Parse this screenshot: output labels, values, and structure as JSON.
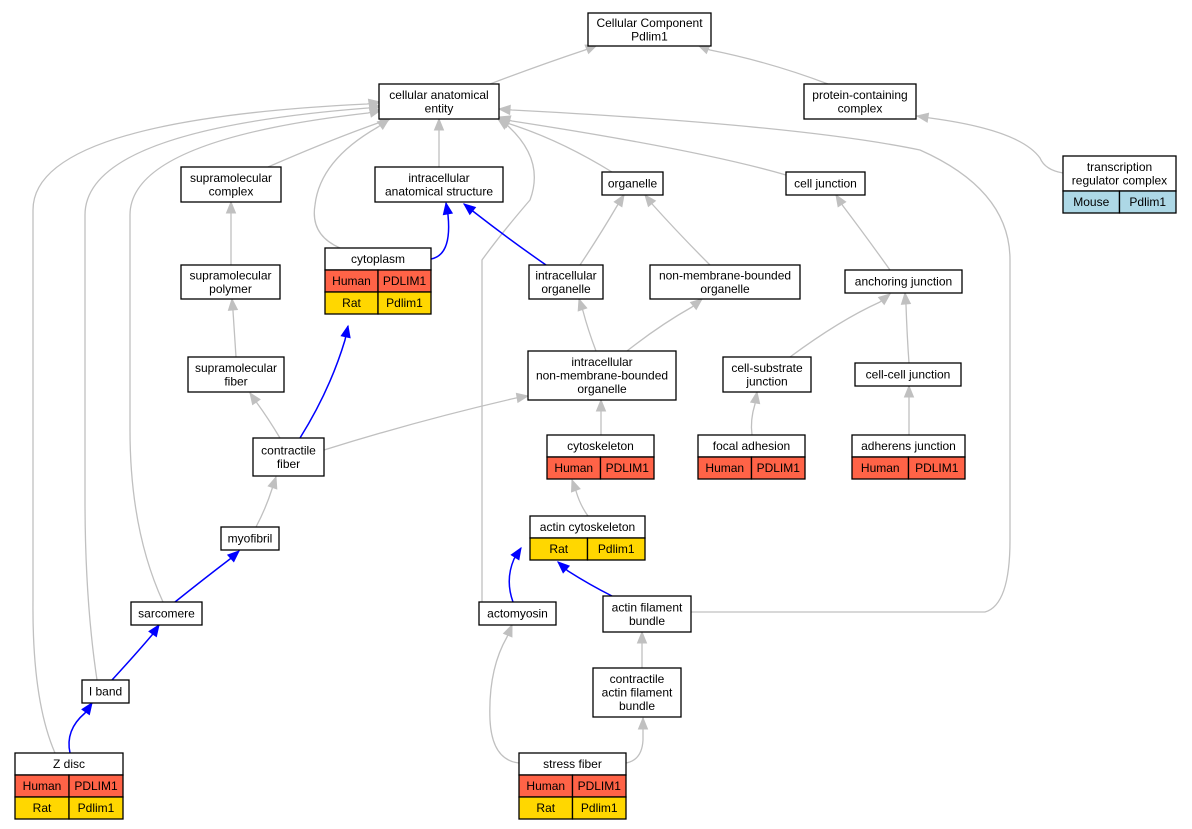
{
  "colors": {
    "human": "#ff6347",
    "rat": "#ffd700",
    "mouse": "#add8e6",
    "edge_is_a": "#c0c0c0",
    "edge_annotated": "#0000ff"
  },
  "nodes": [
    {
      "id": "cellular_component",
      "lines": [
        "Cellular Component",
        "Pdlim1"
      ]
    },
    {
      "id": "cellular_anatomical_entity",
      "lines": [
        "cellular anatomical",
        "entity"
      ]
    },
    {
      "id": "protein_containing_complex",
      "lines": [
        "protein-containing",
        "complex"
      ]
    },
    {
      "id": "transcription_regulator_complex",
      "lines": [
        "transcription",
        "regulator complex"
      ],
      "annotations": [
        {
          "species": "Mouse",
          "gene": "Pdlim1",
          "color": "mouse"
        }
      ]
    },
    {
      "id": "supramolecular_complex",
      "lines": [
        "supramolecular",
        "complex"
      ]
    },
    {
      "id": "intracellular_anatomical_structure",
      "lines": [
        "intracellular",
        "anatomical structure"
      ]
    },
    {
      "id": "organelle",
      "lines": [
        "organelle"
      ]
    },
    {
      "id": "cell_junction",
      "lines": [
        "cell junction"
      ]
    },
    {
      "id": "cytoplasm",
      "lines": [
        "cytoplasm"
      ],
      "annotations": [
        {
          "species": "Human",
          "gene": "PDLIM1",
          "color": "human"
        },
        {
          "species": "Rat",
          "gene": "Pdlim1",
          "color": "rat"
        }
      ]
    },
    {
      "id": "supramolecular_polymer",
      "lines": [
        "supramolecular",
        "polymer"
      ]
    },
    {
      "id": "intracellular_organelle",
      "lines": [
        "intracellular",
        "organelle"
      ]
    },
    {
      "id": "non_membrane_bounded_organelle",
      "lines": [
        "non-membrane-bounded",
        "organelle"
      ]
    },
    {
      "id": "anchoring_junction",
      "lines": [
        "anchoring junction"
      ]
    },
    {
      "id": "supramolecular_fiber",
      "lines": [
        "supramolecular",
        "fiber"
      ]
    },
    {
      "id": "intracellular_nmb_organelle",
      "lines": [
        "intracellular",
        "non-membrane-bounded",
        "organelle"
      ]
    },
    {
      "id": "cell_substrate_junction",
      "lines": [
        "cell-substrate",
        "junction"
      ]
    },
    {
      "id": "cell_cell_junction",
      "lines": [
        "cell-cell junction"
      ]
    },
    {
      "id": "contractile_fiber",
      "lines": [
        "contractile",
        "fiber"
      ]
    },
    {
      "id": "cytoskeleton",
      "lines": [
        "cytoskeleton"
      ],
      "annotations": [
        {
          "species": "Human",
          "gene": "PDLIM1",
          "color": "human"
        }
      ]
    },
    {
      "id": "focal_adhesion",
      "lines": [
        "focal adhesion"
      ],
      "annotations": [
        {
          "species": "Human",
          "gene": "PDLIM1",
          "color": "human"
        }
      ]
    },
    {
      "id": "adherens_junction",
      "lines": [
        "adherens junction"
      ],
      "annotations": [
        {
          "species": "Human",
          "gene": "PDLIM1",
          "color": "human"
        }
      ]
    },
    {
      "id": "myofibril",
      "lines": [
        "myofibril"
      ]
    },
    {
      "id": "actin_cytoskeleton",
      "lines": [
        "actin cytoskeleton"
      ],
      "annotations": [
        {
          "species": "Rat",
          "gene": "Pdlim1",
          "color": "rat"
        }
      ]
    },
    {
      "id": "sarcomere",
      "lines": [
        "sarcomere"
      ]
    },
    {
      "id": "actomyosin",
      "lines": [
        "actomyosin"
      ]
    },
    {
      "id": "actin_filament_bundle",
      "lines": [
        "actin filament",
        "bundle"
      ]
    },
    {
      "id": "i_band",
      "lines": [
        "I band"
      ]
    },
    {
      "id": "contractile_actin_filament_bundle",
      "lines": [
        "contractile",
        "actin filament",
        "bundle"
      ]
    },
    {
      "id": "z_disc",
      "lines": [
        "Z disc"
      ],
      "annotations": [
        {
          "species": "Human",
          "gene": "PDLIM1",
          "color": "human"
        },
        {
          "species": "Rat",
          "gene": "Pdlim1",
          "color": "rat"
        }
      ]
    },
    {
      "id": "stress_fiber",
      "lines": [
        "stress fiber"
      ],
      "annotations": [
        {
          "species": "Human",
          "gene": "PDLIM1",
          "color": "human"
        },
        {
          "species": "Rat",
          "gene": "Pdlim1",
          "color": "rat"
        }
      ]
    }
  ],
  "edges": [
    {
      "from": "cellular_anatomical_entity",
      "to": "cellular_component",
      "kind": "is_a"
    },
    {
      "from": "protein_containing_complex",
      "to": "cellular_component",
      "kind": "is_a"
    },
    {
      "from": "transcription_regulator_complex",
      "to": "protein_containing_complex",
      "kind": "is_a"
    },
    {
      "from": "supramolecular_complex",
      "to": "cellular_anatomical_entity",
      "kind": "is_a"
    },
    {
      "from": "intracellular_anatomical_structure",
      "to": "cellular_anatomical_entity",
      "kind": "is_a"
    },
    {
      "from": "organelle",
      "to": "cellular_anatomical_entity",
      "kind": "is_a"
    },
    {
      "from": "cell_junction",
      "to": "cellular_anatomical_entity",
      "kind": "is_a"
    },
    {
      "from": "cytoplasm",
      "to": "cellular_anatomical_entity",
      "kind": "is_a"
    },
    {
      "from": "sarcomere",
      "to": "cellular_anatomical_entity",
      "kind": "is_a"
    },
    {
      "from": "i_band",
      "to": "cellular_anatomical_entity",
      "kind": "is_a"
    },
    {
      "from": "z_disc",
      "to": "cellular_anatomical_entity",
      "kind": "is_a"
    },
    {
      "from": "actomyosin",
      "to": "cellular_anatomical_entity",
      "kind": "is_a"
    },
    {
      "from": "actin_filament_bundle",
      "to": "cellular_anatomical_entity",
      "kind": "is_a"
    },
    {
      "from": "supramolecular_polymer",
      "to": "supramolecular_complex",
      "kind": "is_a"
    },
    {
      "from": "supramolecular_fiber",
      "to": "supramolecular_polymer",
      "kind": "is_a"
    },
    {
      "from": "contractile_fiber",
      "to": "supramolecular_fiber",
      "kind": "is_a"
    },
    {
      "from": "contractile_fiber",
      "to": "cytoplasm",
      "kind": "annotated"
    },
    {
      "from": "contractile_fiber",
      "to": "intracellular_nmb_organelle",
      "kind": "is_a"
    },
    {
      "from": "cytoplasm",
      "to": "intracellular_anatomical_structure",
      "kind": "annotated"
    },
    {
      "from": "intracellular_organelle",
      "to": "intracellular_anatomical_structure",
      "kind": "annotated"
    },
    {
      "from": "intracellular_organelle",
      "to": "organelle",
      "kind": "is_a"
    },
    {
      "from": "non_membrane_bounded_organelle",
      "to": "organelle",
      "kind": "is_a"
    },
    {
      "from": "intracellular_nmb_organelle",
      "to": "intracellular_organelle",
      "kind": "is_a"
    },
    {
      "from": "intracellular_nmb_organelle",
      "to": "non_membrane_bounded_organelle",
      "kind": "is_a"
    },
    {
      "from": "anchoring_junction",
      "to": "cell_junction",
      "kind": "is_a"
    },
    {
      "from": "cell_substrate_junction",
      "to": "anchoring_junction",
      "kind": "is_a"
    },
    {
      "from": "cell_cell_junction",
      "to": "anchoring_junction",
      "kind": "is_a"
    },
    {
      "from": "focal_adhesion",
      "to": "cell_substrate_junction",
      "kind": "is_a"
    },
    {
      "from": "adherens_junction",
      "to": "cell_cell_junction",
      "kind": "is_a"
    },
    {
      "from": "cytoskeleton",
      "to": "intracellular_nmb_organelle",
      "kind": "is_a"
    },
    {
      "from": "actin_cytoskeleton",
      "to": "cytoskeleton",
      "kind": "is_a"
    },
    {
      "from": "myofibril",
      "to": "contractile_fiber",
      "kind": "is_a"
    },
    {
      "from": "sarcomere",
      "to": "myofibril",
      "kind": "annotated"
    },
    {
      "from": "i_band",
      "to": "sarcomere",
      "kind": "annotated"
    },
    {
      "from": "z_disc",
      "to": "i_band",
      "kind": "annotated"
    },
    {
      "from": "actomyosin",
      "to": "actin_cytoskeleton",
      "kind": "annotated"
    },
    {
      "from": "actin_filament_bundle",
      "to": "actin_cytoskeleton",
      "kind": "annotated"
    },
    {
      "from": "contractile_actin_filament_bundle",
      "to": "actin_filament_bundle",
      "kind": "is_a"
    },
    {
      "from": "stress_fiber",
      "to": "contractile_actin_filament_bundle",
      "kind": "is_a"
    },
    {
      "from": "stress_fiber",
      "to": "actomyosin",
      "kind": "is_a"
    }
  ]
}
